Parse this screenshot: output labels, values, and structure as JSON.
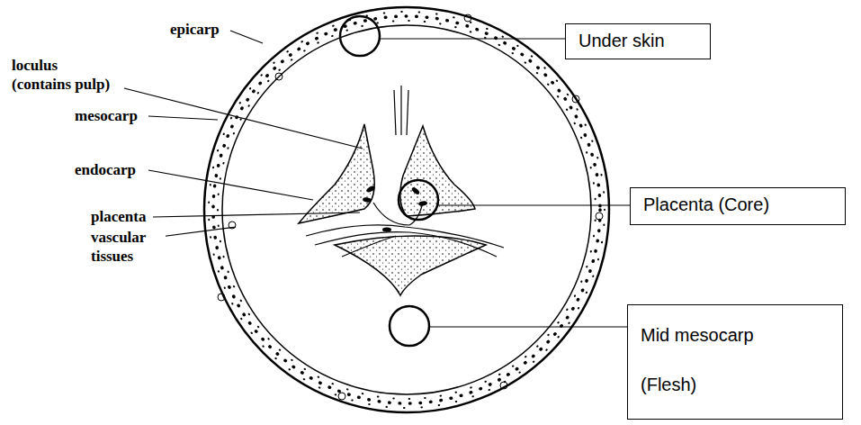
{
  "diagram": {
    "nodes": [
      {
        "text": [
          "Under skin"
        ]
      },
      {
        "text": [
          "Placenta (Core)"
        ]
      },
      {
        "text": [
          "Mid mesocarp (Flesh)"
        ]
      }
    ],
    "labels": [
      "epicarp",
      "loculus (contains pulp)",
      "mesocarp",
      "endocarp",
      "placenta",
      "vascular tissues"
    ]
  }
}
